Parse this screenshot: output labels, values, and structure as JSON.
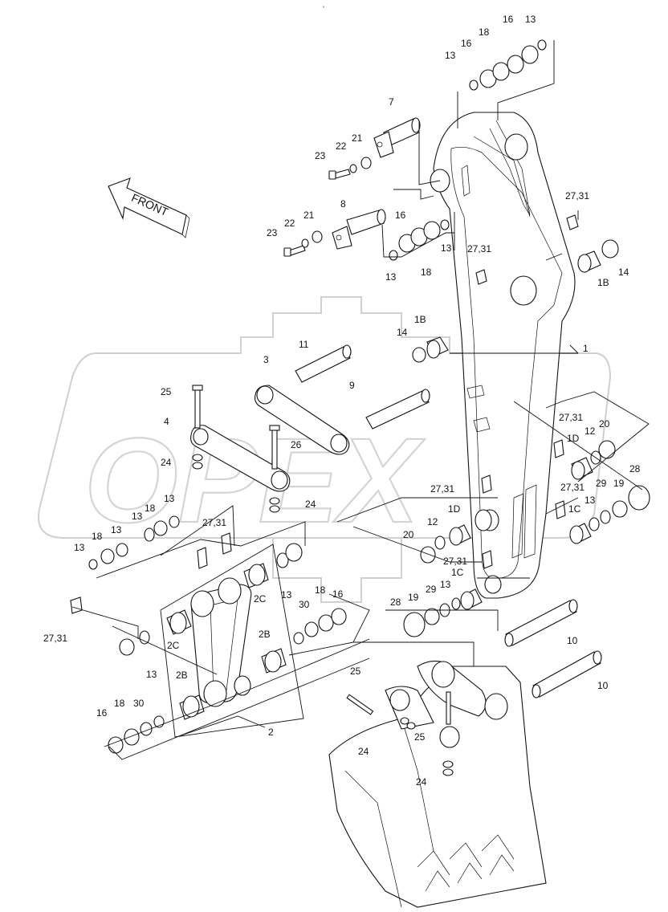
{
  "watermark": "OPEX",
  "front_arrow": "FRONT",
  "top_note": "°",
  "callouts": [
    {
      "id": "c13a",
      "text": "13"
    },
    {
      "id": "c16a",
      "text": "16"
    },
    {
      "id": "c18a",
      "text": "18"
    },
    {
      "id": "c16b",
      "text": "16"
    },
    {
      "id": "c13b",
      "text": "13"
    },
    {
      "id": "c7",
      "text": "7"
    },
    {
      "id": "c21a",
      "text": "21"
    },
    {
      "id": "c22a",
      "text": "22"
    },
    {
      "id": "c23a",
      "text": "23"
    },
    {
      "id": "c8",
      "text": "8"
    },
    {
      "id": "c16c",
      "text": "16"
    },
    {
      "id": "c21b",
      "text": "21"
    },
    {
      "id": "c22b",
      "text": "22"
    },
    {
      "id": "c23b",
      "text": "23"
    },
    {
      "id": "c13c",
      "text": "13"
    },
    {
      "id": "c18b",
      "text": "18"
    },
    {
      "id": "c13d",
      "text": "13"
    },
    {
      "id": "c2731a",
      "text": "27,31"
    },
    {
      "id": "c2731b",
      "text": "27,31"
    },
    {
      "id": "c1Ba",
      "text": "1B"
    },
    {
      "id": "c14a",
      "text": "14"
    },
    {
      "id": "c1Bb",
      "text": "1B"
    },
    {
      "id": "c14b",
      "text": "14"
    },
    {
      "id": "c1",
      "text": "1"
    },
    {
      "id": "c11",
      "text": "11"
    },
    {
      "id": "c3",
      "text": "3"
    },
    {
      "id": "c9",
      "text": "9"
    },
    {
      "id": "c25a",
      "text": "25"
    },
    {
      "id": "c4",
      "text": "4"
    },
    {
      "id": "c26",
      "text": "26"
    },
    {
      "id": "c24a",
      "text": "24"
    },
    {
      "id": "c24b",
      "text": "24"
    },
    {
      "id": "c2731c",
      "text": "27,31"
    },
    {
      "id": "c1Da",
      "text": "1D"
    },
    {
      "id": "c12a",
      "text": "12"
    },
    {
      "id": "c20a",
      "text": "20"
    },
    {
      "id": "c28a",
      "text": "28"
    },
    {
      "id": "c2731d",
      "text": "27,31"
    },
    {
      "id": "c2731e",
      "text": "27,31"
    },
    {
      "id": "c29a",
      "text": "29"
    },
    {
      "id": "c19a",
      "text": "19"
    },
    {
      "id": "c13e",
      "text": "13"
    },
    {
      "id": "c1Ca",
      "text": "1C"
    },
    {
      "id": "c13f",
      "text": "13"
    },
    {
      "id": "c18c",
      "text": "18"
    },
    {
      "id": "c13g",
      "text": "13"
    },
    {
      "id": "c13h",
      "text": "13"
    },
    {
      "id": "c18d",
      "text": "18"
    },
    {
      "id": "c13i",
      "text": "13"
    },
    {
      "id": "c2731f",
      "text": "27,31"
    },
    {
      "id": "c12b",
      "text": "12"
    },
    {
      "id": "c1Db",
      "text": "1D"
    },
    {
      "id": "c20b",
      "text": "20"
    },
    {
      "id": "c2731g",
      "text": "27,31"
    },
    {
      "id": "c1Cb",
      "text": "1C"
    },
    {
      "id": "c13j",
      "text": "13"
    },
    {
      "id": "c29b",
      "text": "29"
    },
    {
      "id": "c19b",
      "text": "19"
    },
    {
      "id": "c28b",
      "text": "28"
    },
    {
      "id": "c2C1",
      "text": "2C"
    },
    {
      "id": "c13k",
      "text": "13"
    },
    {
      "id": "c30a",
      "text": "30"
    },
    {
      "id": "c18e",
      "text": "18"
    },
    {
      "id": "c16d",
      "text": "16"
    },
    {
      "id": "c2C2",
      "text": "2C"
    },
    {
      "id": "c2B1",
      "text": "2B"
    },
    {
      "id": "c13l",
      "text": "13"
    },
    {
      "id": "c2B2",
      "text": "2B"
    },
    {
      "id": "c2731h",
      "text": "27,31"
    },
    {
      "id": "c18f",
      "text": "18"
    },
    {
      "id": "c16e",
      "text": "16"
    },
    {
      "id": "c18g",
      "text": "18"
    },
    {
      "id": "c30b",
      "text": "30"
    },
    {
      "id": "c2",
      "text": "2"
    },
    {
      "id": "c10a",
      "text": "10"
    },
    {
      "id": "c10b",
      "text": "10"
    },
    {
      "id": "c25b",
      "text": "25"
    },
    {
      "id": "c24c",
      "text": "24"
    },
    {
      "id": "c25c",
      "text": "25"
    },
    {
      "id": "c24d",
      "text": "24"
    }
  ]
}
